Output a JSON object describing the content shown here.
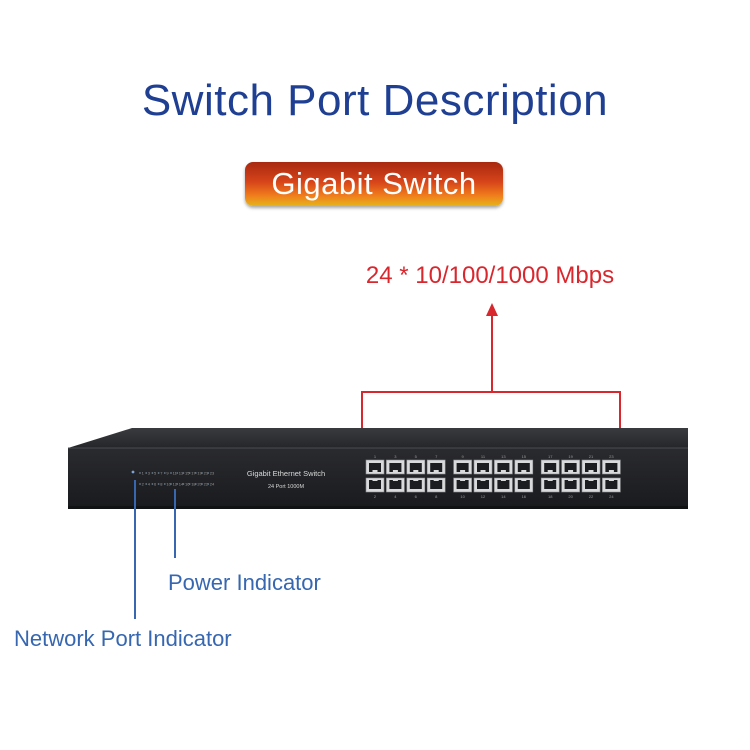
{
  "title": "Switch Port Description",
  "badge": "Gigabit Switch",
  "ports_spec": "24 * 10/100/1000 Mbps",
  "labels": {
    "power_indicator": "Power Indicator",
    "network_port_indicator": "Network Port Indicator"
  },
  "device": {
    "name": "Gigabit Ethernet Switch",
    "model": "24 Port 1000M",
    "port_count": 24,
    "led_top_numbers": [
      "1",
      "3",
      "5",
      "7",
      "9",
      "11",
      "13",
      "15",
      "17",
      "19",
      "21",
      "23"
    ],
    "led_bottom_numbers": [
      "2",
      "4",
      "6",
      "8",
      "10",
      "12",
      "14",
      "16",
      "18",
      "20",
      "22",
      "24"
    ]
  },
  "colors": {
    "title": "#1f3f93",
    "spec_and_bracket": "#d9272e",
    "indicator_labels": "#3667b0",
    "chassis": "#1e1f22"
  }
}
